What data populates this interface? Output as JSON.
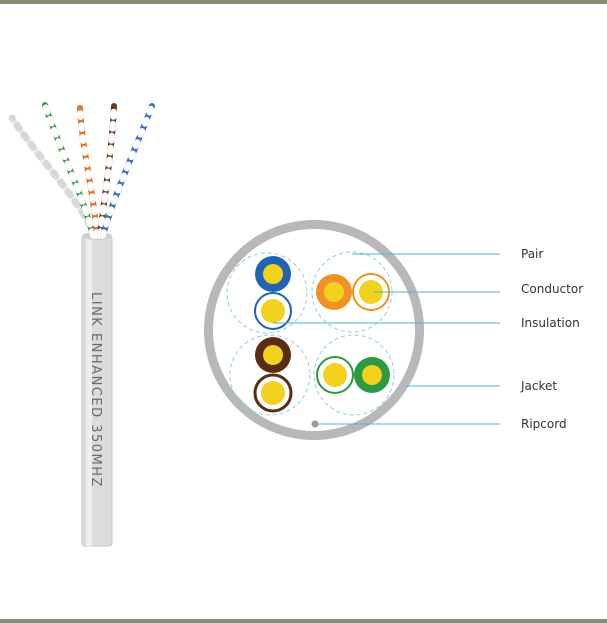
{
  "cable": {
    "print_text": "LINK ENHANCED 350MHZ",
    "wire_colors": [
      "#ffffff",
      "#3e9a4a",
      "#e0762a",
      "#6a3a1c",
      "#3a6fc0"
    ]
  },
  "labels": {
    "pair": "Pair",
    "conductor": "Conductor",
    "insulation": "Insulation",
    "jacket": "Jacket",
    "ripcord": "Ripcord"
  },
  "colors": {
    "frame": "#8a8a78",
    "jacket": "#b8b8b8",
    "leader": "#4ab6d6",
    "conductor": "#f2d21c",
    "blue": "#1f63b4",
    "orange": "#f09124",
    "brown": "#5a2c12",
    "green": "#2b9a40"
  }
}
